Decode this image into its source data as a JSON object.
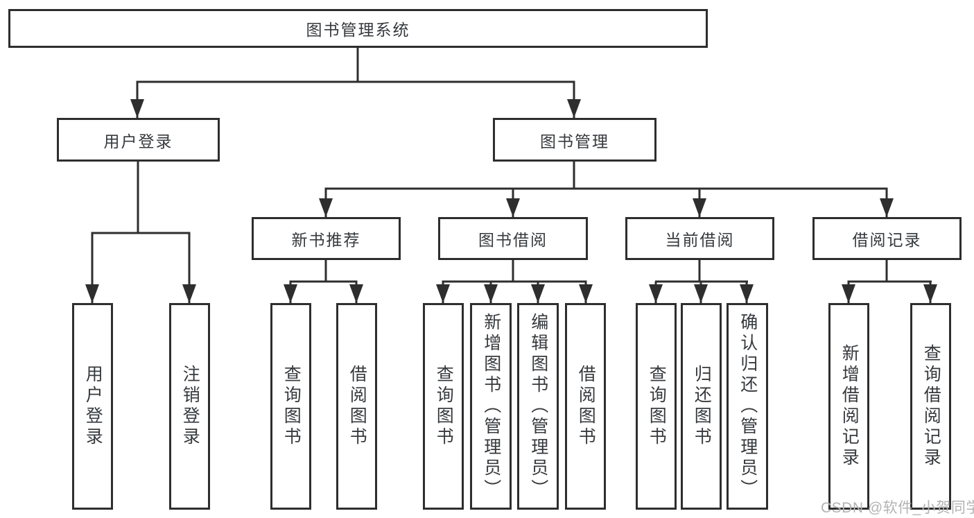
{
  "tree": {
    "label": "图书管理系统",
    "children": [
      {
        "label": "用户登录",
        "children": [
          {
            "label": "用户登录"
          },
          {
            "label": "注销登录"
          }
        ]
      },
      {
        "label": "图书管理",
        "children": [
          {
            "label": "新书推荐",
            "children": [
              {
                "label": "查询图书"
              },
              {
                "label": "借阅图书"
              }
            ]
          },
          {
            "label": "图书借阅",
            "children": [
              {
                "label": "查询图书"
              },
              {
                "label": "新增图书（管理员）"
              },
              {
                "label": "编辑图书（管理员）"
              },
              {
                "label": "借阅图书"
              }
            ]
          },
          {
            "label": "当前借阅",
            "children": [
              {
                "label": "查询图书"
              },
              {
                "label": "归还图书"
              },
              {
                "label": "确认归还（管理员）"
              }
            ]
          },
          {
            "label": "借阅记录",
            "children": [
              {
                "label": "新增借阅记录"
              },
              {
                "label": "查询借阅记录"
              }
            ]
          }
        ]
      }
    ]
  },
  "watermark": "CSDN @软件_小贺同学",
  "colors": {
    "line": "#2e2e2e",
    "box_border": "#2e2e2e",
    "text": "#36393d",
    "watermark_text": "#b3b3b3",
    "background": "#ffffff"
  }
}
